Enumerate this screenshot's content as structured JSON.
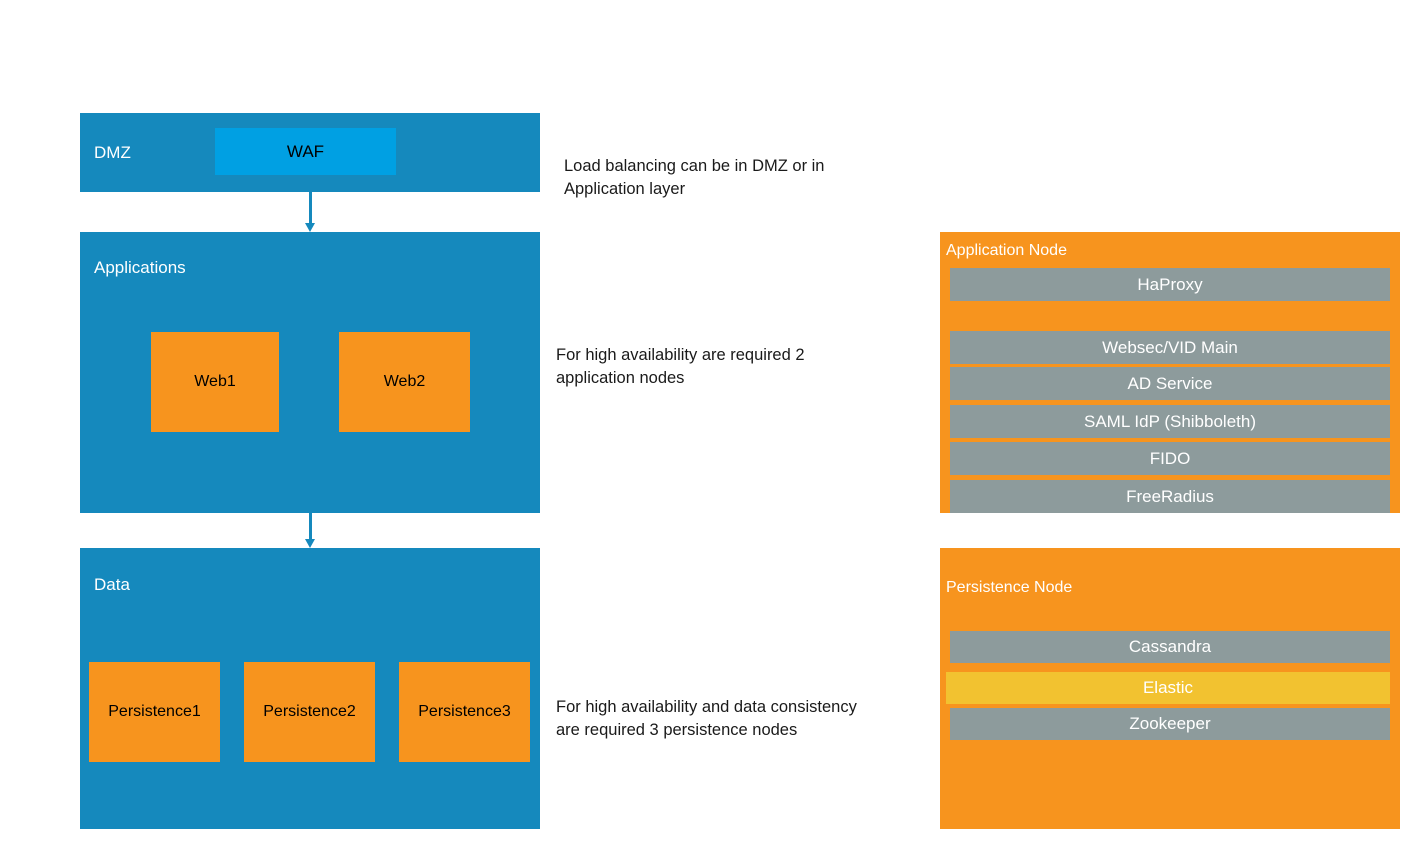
{
  "diagram": {
    "zones": [
      {
        "id": "dmz",
        "label": "DMZ",
        "components": [
          {
            "id": "waf",
            "label": "WAF"
          }
        ]
      },
      {
        "id": "applications",
        "label": "Applications",
        "components": [
          {
            "id": "web1",
            "label": "Web1"
          },
          {
            "id": "web2",
            "label": "Web2"
          }
        ]
      },
      {
        "id": "data",
        "label": "Data",
        "components": [
          {
            "id": "persistence1",
            "label": "Persistence1"
          },
          {
            "id": "persistence2",
            "label": "Persistence2"
          },
          {
            "id": "persistence3",
            "label": "Persistence3"
          }
        ]
      }
    ],
    "annotations": [
      {
        "id": "note-lb",
        "text": "Load balancing can be in DMZ or in Application layer"
      },
      {
        "id": "note-app",
        "text": "For high availability are required 2 application nodes"
      },
      {
        "id": "note-data",
        "text": "For high availability and data consistency are required 3 persistence nodes"
      }
    ],
    "node_panels": [
      {
        "id": "application-node",
        "title": "Application Node",
        "services": [
          {
            "id": "haproxy",
            "label": "HaProxy",
            "highlight": false
          },
          {
            "id": "websec-vid-main",
            "label": "Websec/VID Main",
            "highlight": false
          },
          {
            "id": "ad-service",
            "label": "AD Service",
            "highlight": false
          },
          {
            "id": "saml-idp",
            "label": "SAML IdP (Shibboleth)",
            "highlight": false
          },
          {
            "id": "fido",
            "label": "FIDO",
            "highlight": false
          },
          {
            "id": "freeradius",
            "label": "FreeRadius",
            "highlight": false
          }
        ]
      },
      {
        "id": "persistence-node",
        "title": "Persistence Node",
        "services": [
          {
            "id": "cassandra",
            "label": "Cassandra",
            "highlight": false
          },
          {
            "id": "elastic",
            "label": "Elastic",
            "highlight": true
          },
          {
            "id": "zookeeper",
            "label": "Zookeeper",
            "highlight": false
          }
        ]
      }
    ],
    "colors": {
      "zone_blue": "#1589bd",
      "waf_blue": "#00a0e3",
      "node_orange": "#f7941e",
      "service_gray": "#8d9b9c",
      "highlight_yellow": "#f2c230",
      "connector_blue": "#1589bd",
      "background": "#ffffff"
    }
  }
}
